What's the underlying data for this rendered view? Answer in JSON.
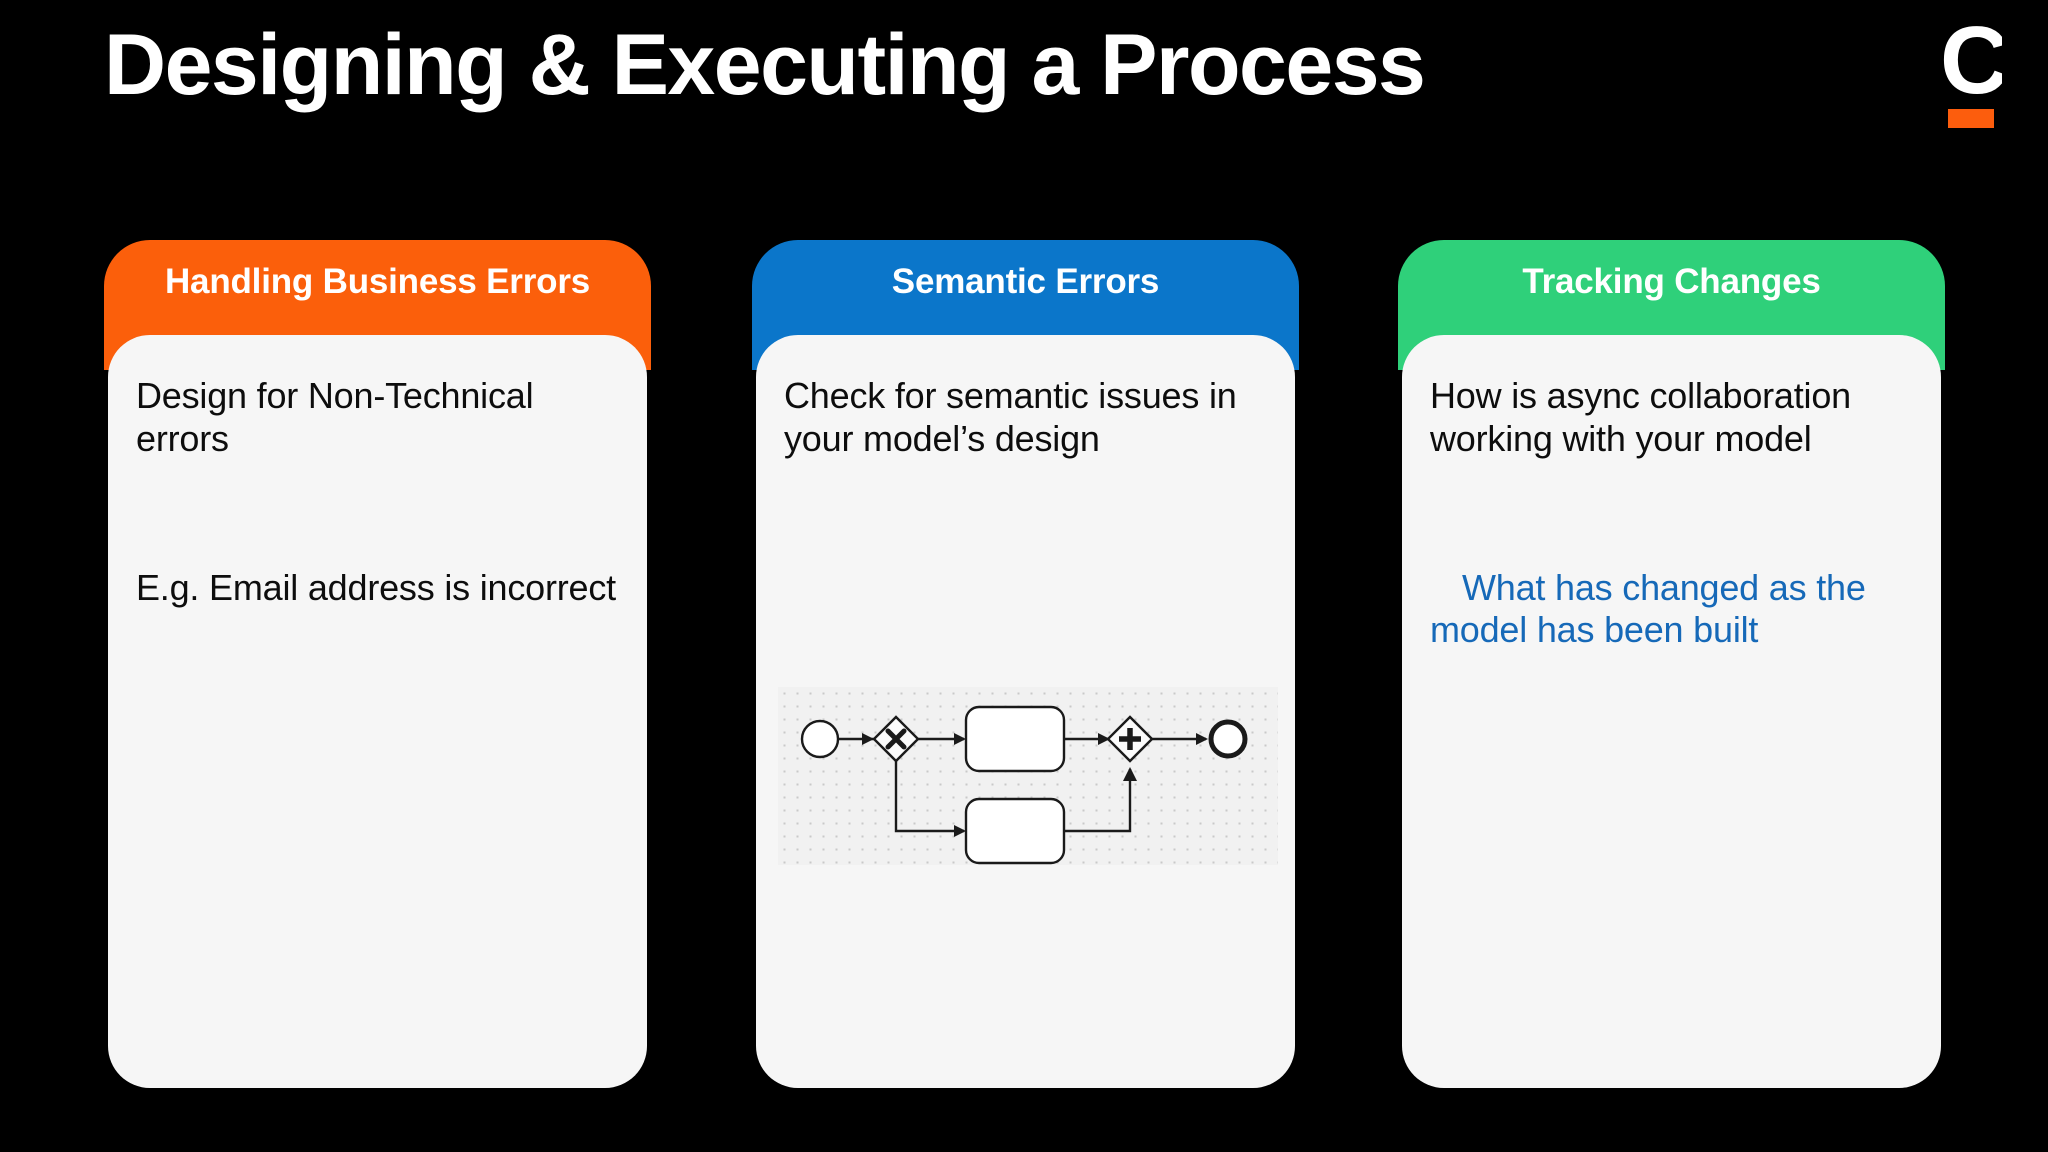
{
  "slide": {
    "title": "Designing & Executing a Process",
    "background_color": "#000000"
  },
  "logo": {
    "name": "camunda-logo",
    "letter": "C",
    "letter_color": "#ffffff",
    "accent_color": "#fc5d0d"
  },
  "cards": [
    {
      "id": "handling-business-errors",
      "header": "Handling Business Errors",
      "header_color": "#fb5f0b",
      "body_color": "#f6f6f6",
      "paragraphs": [
        {
          "text": "Design for Non-Technical errors",
          "style": "default"
        },
        {
          "text": "E.g. Email address is incorrect",
          "style": "default"
        }
      ]
    },
    {
      "id": "semantic-errors",
      "header": "Semantic Errors",
      "header_color": "#0b76ca",
      "body_color": "#f6f6f6",
      "paragraphs": [
        {
          "text": "Check for semantic issues in your model’s design",
          "style": "default"
        }
      ],
      "diagram": {
        "type": "bpmn",
        "name": "bpmn-process-diagram",
        "background": "#f1f1f1",
        "grid": "dotted",
        "elements": [
          {
            "name": "start-event",
            "shape": "circle"
          },
          {
            "name": "exclusive-gateway",
            "shape": "diamond",
            "glyph": "X"
          },
          {
            "name": "task-top",
            "shape": "rounded-rectangle"
          },
          {
            "name": "task-bottom",
            "shape": "rounded-rectangle"
          },
          {
            "name": "parallel-gateway",
            "shape": "diamond",
            "glyph": "+"
          },
          {
            "name": "end-event",
            "shape": "thick-circle"
          }
        ]
      }
    },
    {
      "id": "tracking-changes",
      "header": "Tracking Changes",
      "header_color": "#2fd07a",
      "body_color": "#f6f6f6",
      "paragraphs": [
        {
          "text": "How is async collaboration working with your model",
          "style": "default"
        },
        {
          "text": "What has changed as the model has been built",
          "style": "accent"
        }
      ],
      "accent_text_color": "#1669b8"
    }
  ]
}
